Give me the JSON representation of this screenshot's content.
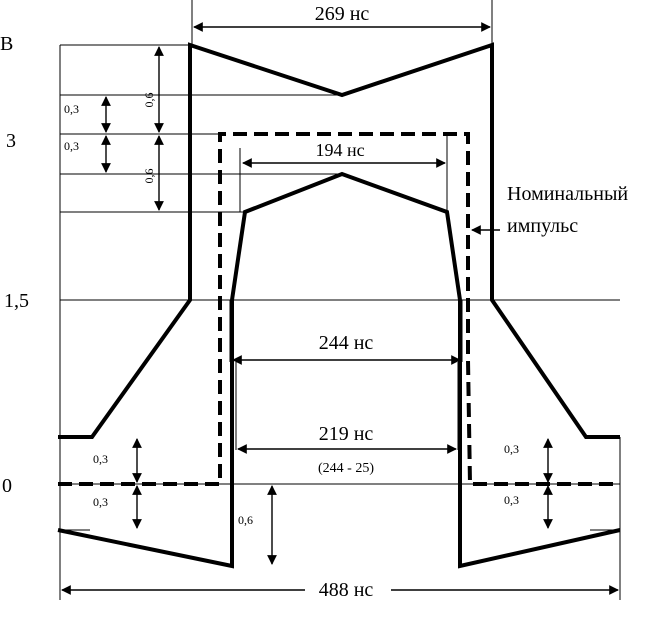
{
  "y_axis_labels": {
    "top": "В",
    "level_3": "3",
    "level_1_5": "1,5",
    "level_0": "0"
  },
  "dimensions": {
    "top_width": "269 нс",
    "middle_width": "194  нс",
    "nominal_width": "244 нс",
    "bottom_width": "219 нс",
    "bottom_width_formula": "(244 - 25)",
    "full_width": "488 нс"
  },
  "tolerances": {
    "upper_outer": "0,6",
    "upper_inner_top": "0,3",
    "upper_inner_bottom": "0,3",
    "upper_lower": "0,6",
    "zero_left_upper": "0,3",
    "zero_left_lower": "0,3",
    "zero_center": "0,6",
    "zero_right_upper": "0,3",
    "zero_right_lower": "0,3"
  },
  "legend": {
    "nominal_line1": "Номинальный",
    "nominal_line2": "импульс"
  }
}
